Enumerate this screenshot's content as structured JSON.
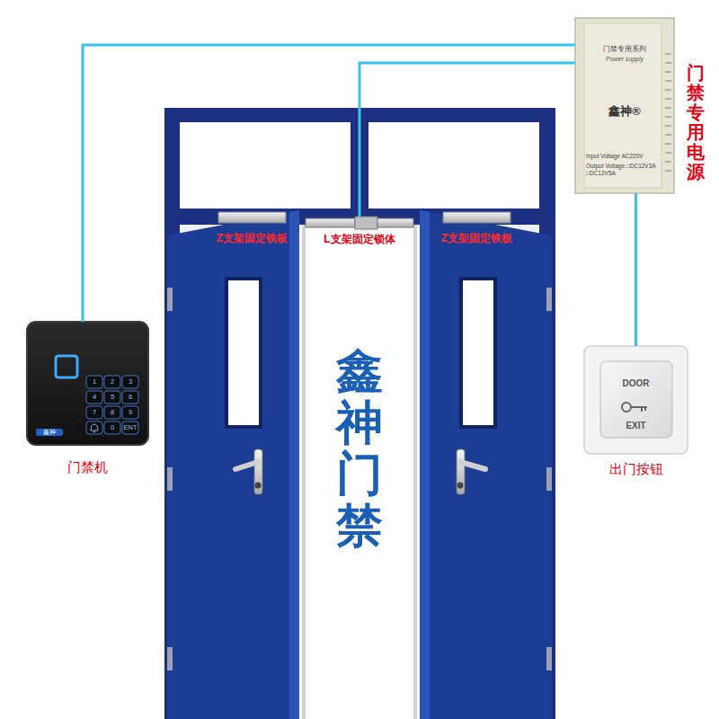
{
  "diagram": {
    "nodes": [
      {
        "text": [
          "门禁专用系列",
          "Power supply",
          "鑫神®",
          "Input Voltage AC220V",
          "Output Voltage □DC12V3A □DC12V5A",
          "门禁专用电源"
        ]
      },
      {
        "text": [
          "Z支架固定铁板"
        ]
      },
      {
        "text": [
          "L支架固定锁体"
        ]
      },
      {
        "text": [
          "Z支架固定铁板"
        ]
      },
      {
        "text": [
          "鑫神",
          "门禁机"
        ]
      },
      {
        "text": [
          "DOOR",
          "EXIT",
          "出门按钮"
        ]
      }
    ],
    "edges": [
      {
        "from": 4,
        "to": 0,
        "arrow": "none"
      },
      {
        "from": 2,
        "to": 0,
        "arrow": "none"
      },
      {
        "from": 5,
        "to": 0,
        "arrow": "none"
      }
    ],
    "labels": [
      "鑫神门禁",
      "1",
      "2",
      "3",
      "4",
      "5",
      "6",
      "7",
      "8",
      "9",
      "0",
      "ENT"
    ]
  }
}
